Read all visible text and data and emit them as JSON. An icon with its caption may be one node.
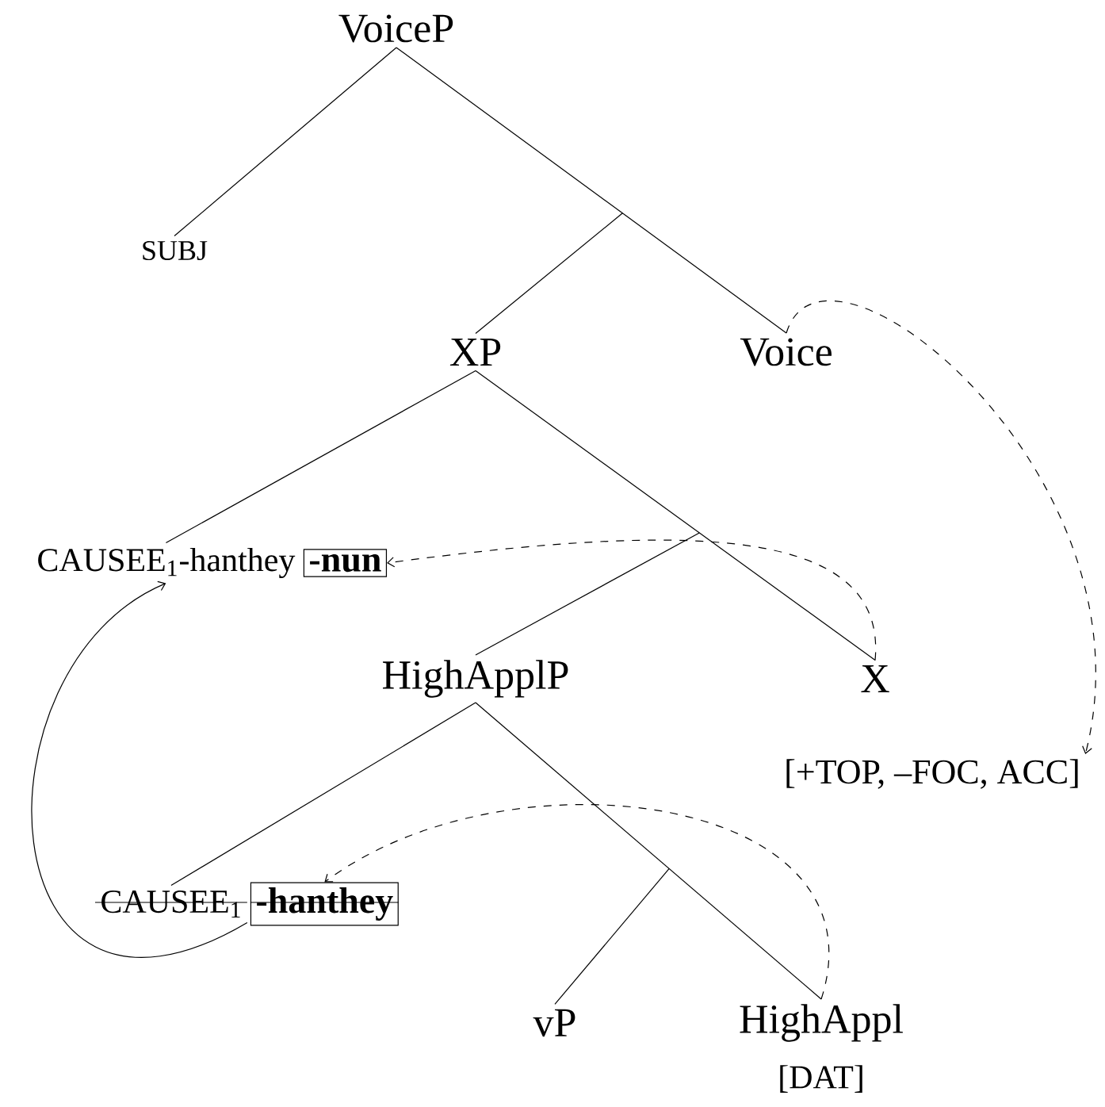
{
  "diagram": {
    "nodes": [
      {
        "text": [
          "VoiceP"
        ]
      },
      {
        "text": [
          "SUBJ"
        ]
      },
      {
        "text": [
          "XP"
        ]
      },
      {
        "text": [
          "Voice"
        ]
      },
      {
        "text": [
          "CAUSEE$_{1}$-hanthey"
        ]
      },
      {
        "text": [
          "-nun"
        ]
      },
      {
        "text": [
          "HighApplP"
        ]
      },
      {
        "text": [
          "X"
        ]
      },
      {
        "text": [
          "[+TOP, –FOC, ACC]"
        ]
      },
      {
        "text": [
          "CAUSEE$_{1}$"
        ]
      },
      {
        "text": [
          "-hanthey"
        ]
      },
      {
        "text": [
          "vP"
        ]
      },
      {
        "text": [
          "HighAppl"
        ],
        "beside": [
          "[DAT]"
        ]
      }
    ],
    "edges": [
      {
        "from": 0,
        "to": 1,
        "arrow": "none"
      },
      {
        "from": 0,
        "to": 2,
        "arrow": "none"
      },
      {
        "from": 0,
        "to": 3,
        "arrow": "none"
      },
      {
        "from": 2,
        "to": 4,
        "arrow": "none"
      },
      {
        "from": 2,
        "to": 6,
        "arrow": "none"
      },
      {
        "from": 2,
        "to": 7,
        "arrow": "none"
      },
      {
        "from": 6,
        "to": 9,
        "arrow": "none"
      },
      {
        "from": 6,
        "to": 11,
        "arrow": "none"
      },
      {
        "from": 6,
        "to": 12,
        "arrow": "none"
      },
      {
        "from": 3,
        "to": 8,
        "arrow": "to",
        "style": "dashed"
      },
      {
        "from": 7,
        "to": 5,
        "arrow": "to",
        "style": "dashed"
      },
      {
        "from": 12,
        "to": 10,
        "arrow": "to",
        "style": "dashed"
      },
      {
        "from": 9,
        "to": 4,
        "arrow": "to"
      }
    ]
  }
}
